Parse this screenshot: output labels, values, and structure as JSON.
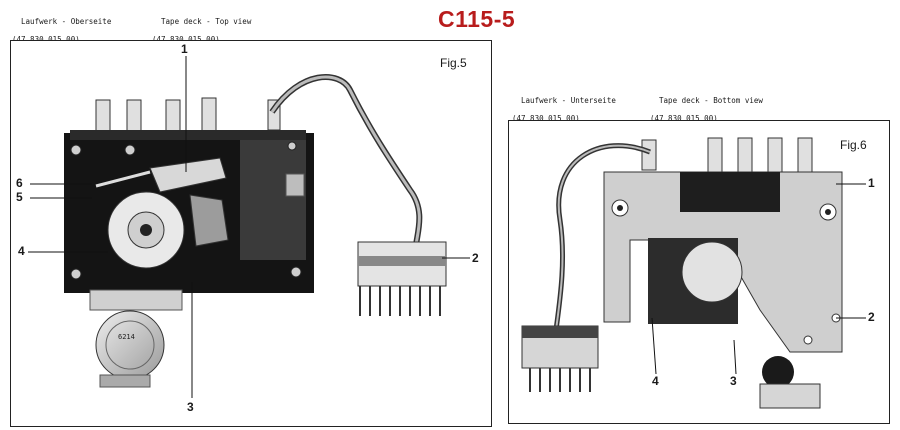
{
  "title": "C115-5",
  "headers": {
    "left_de": {
      "label": "Laufwerk - Oberseite",
      "code": "(47 830 015 00)"
    },
    "left_en": {
      "label": "Tape deck - Top view",
      "code": "(47 830 015 00)"
    },
    "right_de": {
      "label": "Laufwerk - Unterseite",
      "code": "(47 830 015 00)"
    },
    "right_en": {
      "label": "Tape deck - Bottom view",
      "code": "(47 830 015 00)"
    }
  },
  "fig5": {
    "label": "Fig.5",
    "callouts": {
      "c1": "1",
      "c2": "2",
      "c3": "3",
      "c4": "4",
      "c5": "5",
      "c6": "6"
    },
    "motor_text": "6214"
  },
  "fig6": {
    "label": "Fig.6",
    "callouts": {
      "c1": "1",
      "c2": "2",
      "c3": "3",
      "c4": "4"
    }
  }
}
